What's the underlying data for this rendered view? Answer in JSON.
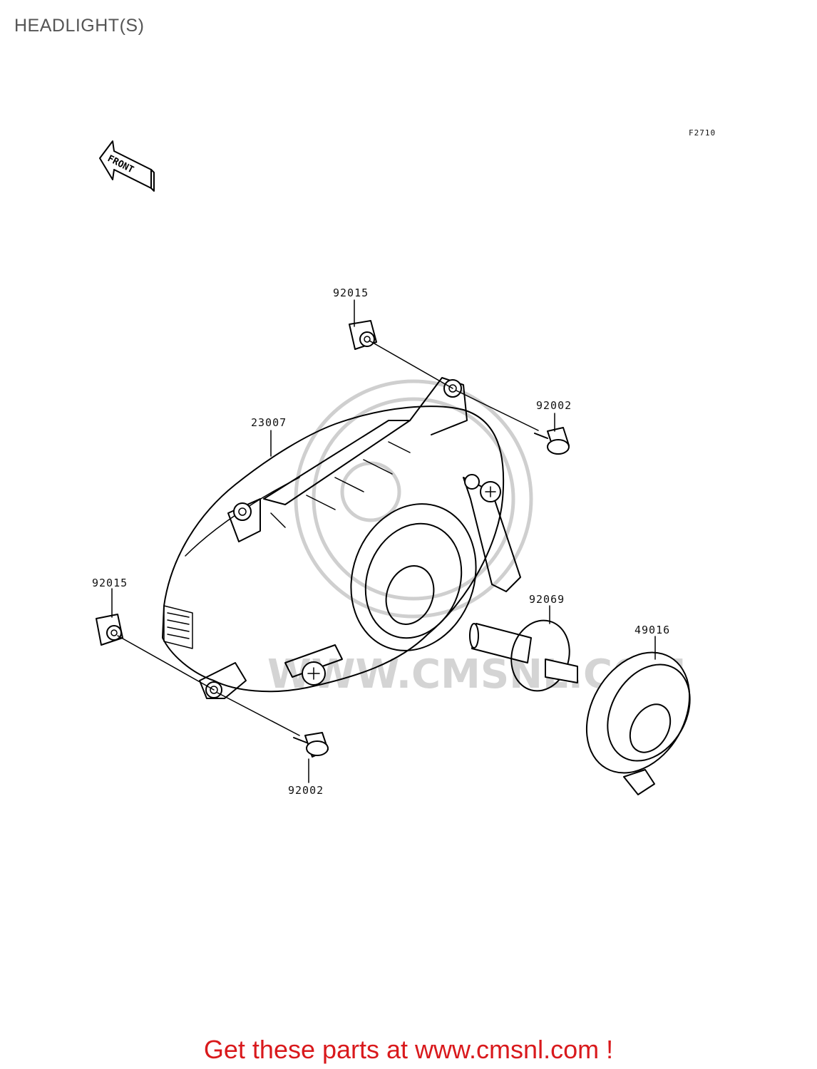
{
  "page": {
    "title": "HEADLIGHT(S)"
  },
  "diagram": {
    "figure_code": "F2710",
    "front_arrow_label": "FRONT",
    "watermark": "WWW.CMSNL.COM",
    "parts": [
      {
        "number": "92015",
        "position_key": "clip-top"
      },
      {
        "number": "92002",
        "position_key": "bolt-top"
      },
      {
        "number": "23007",
        "position_key": "headlight-assembly"
      },
      {
        "number": "92015",
        "position_key": "clip-left"
      },
      {
        "number": "92069",
        "position_key": "bulb"
      },
      {
        "number": "49016",
        "position_key": "bulb-cover"
      },
      {
        "number": "92002",
        "position_key": "bolt-bottom"
      }
    ]
  },
  "footer": {
    "promo_text": "Get these parts at www.cmsnl.com !"
  }
}
